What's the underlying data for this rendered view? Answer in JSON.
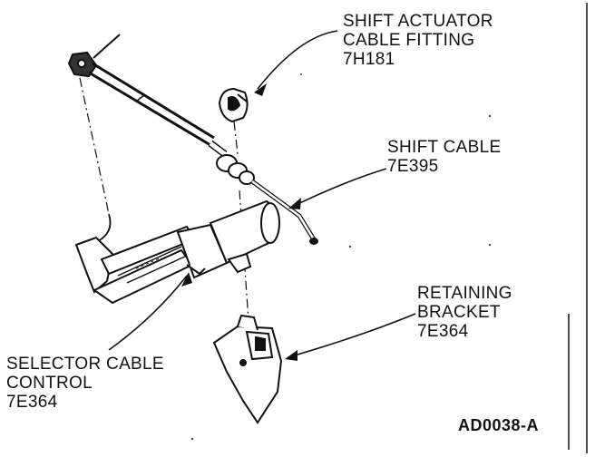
{
  "callouts": {
    "shift_actuator_fitting": {
      "line1": "SHIFT ACTUATOR",
      "line2": "CABLE FITTING",
      "part_number": "7H181"
    },
    "shift_cable": {
      "line1": "SHIFT CABLE",
      "part_number": "7E395"
    },
    "retaining_bracket": {
      "line1": "RETAINING",
      "line2": "BRACKET",
      "part_number": "7E364"
    },
    "selector_cable_control": {
      "line1": "SELECTOR CABLE",
      "line2": "CONTROL",
      "part_number": "7E364"
    }
  },
  "figure_id": "AD0038-A",
  "colors": {
    "ink": "#111111",
    "background": "#ffffff"
  }
}
